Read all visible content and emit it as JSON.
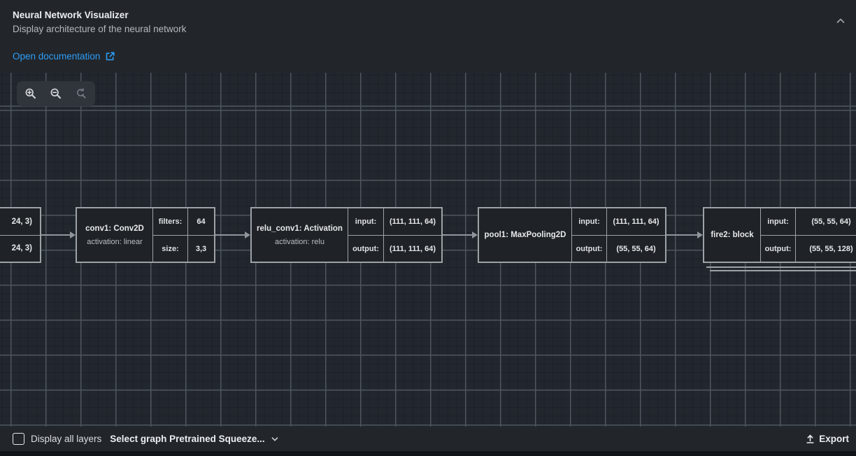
{
  "colors": {
    "accent": "#2e9df6",
    "node_border": "#9da2a7",
    "grid_major": "#4f565e",
    "grid_minor": "#1c212a",
    "arrow": "#8f959a"
  },
  "header": {
    "title": "Neural Network Visualizer",
    "subtitle": "Display architecture of the neural network",
    "doc_link": "Open documentation"
  },
  "icons": {
    "toolbar": [
      "zoom-in-magnifier",
      "zoom-out-magnifier",
      "zoom-reset-magnifier"
    ],
    "header_collapse": "chevron-up",
    "doc_link": "external-link",
    "graph_select": "chevron-down",
    "export": "upload-arrow"
  },
  "graph": {
    "nodes": [
      {
        "name": "input-partial",
        "rows": [
          "24, 3)",
          "24, 3)"
        ]
      },
      {
        "name": "conv1",
        "title": "conv1: Conv2D",
        "subtitle": "activation: linear",
        "params": [
          {
            "label": "filters:",
            "value": "64"
          },
          {
            "label": "size:",
            "value": "3,3"
          }
        ]
      },
      {
        "name": "relu_conv1",
        "title": "relu_conv1: Activation",
        "subtitle": "activation: relu",
        "params": [
          {
            "label": "input:",
            "value": "(111, 111, 64)"
          },
          {
            "label": "output:",
            "value": "(111, 111, 64)"
          }
        ]
      },
      {
        "name": "pool1",
        "title": "pool1: MaxPooling2D",
        "params": [
          {
            "label": "input:",
            "value": "(111, 111, 64)"
          },
          {
            "label": "output:",
            "value": "(55, 55, 64)"
          }
        ]
      },
      {
        "name": "fire2",
        "title": "fire2: block",
        "params": [
          {
            "label": "input:",
            "value": "(55, 55, 64)"
          },
          {
            "label": "output:",
            "value": "(55, 55, 128)"
          }
        ]
      }
    ]
  },
  "footer": {
    "display_all_layers": "Display all layers",
    "graph_selector": "Select graph Pretrained Squeeze...",
    "export": "Export"
  }
}
